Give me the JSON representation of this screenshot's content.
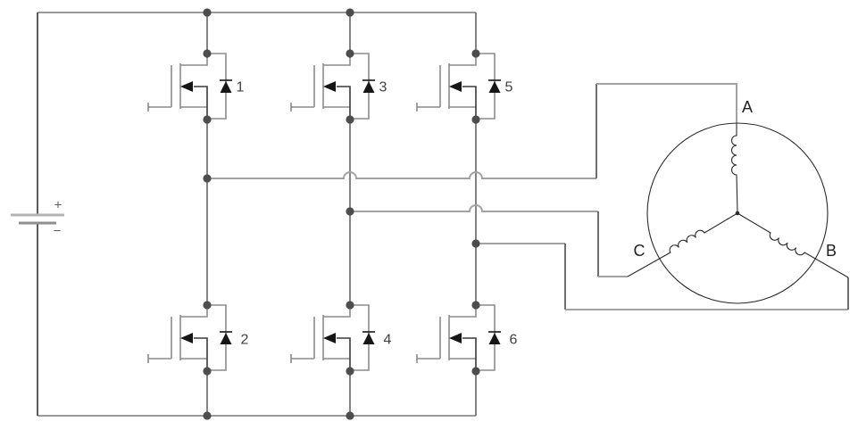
{
  "inverter": {
    "battery": {
      "plus_label": "+",
      "minus_label": "−"
    },
    "switches": [
      {
        "label": "1"
      },
      {
        "label": "2"
      },
      {
        "label": "3"
      },
      {
        "label": "4"
      },
      {
        "label": "5"
      },
      {
        "label": "6"
      }
    ]
  },
  "motor": {
    "phase_labels": {
      "a": "A",
      "b": "B",
      "c": "C"
    }
  },
  "colors": {
    "rail_wire": "#9a9a9a",
    "battery_wire": "#4a4a4a",
    "leg_wire": "#6e6e6e",
    "phase_wire_horizontal": "#a2a2a2",
    "phase_wire_vertical": "#5e5e5e",
    "symbol_wire": "#8c8c8c",
    "symbol_detail": "#161616",
    "junction_dot": "#4d4d4d",
    "motor_outline": "#2b2b2b",
    "number_text": "#3f3f3f",
    "phase_text": "#222222"
  }
}
